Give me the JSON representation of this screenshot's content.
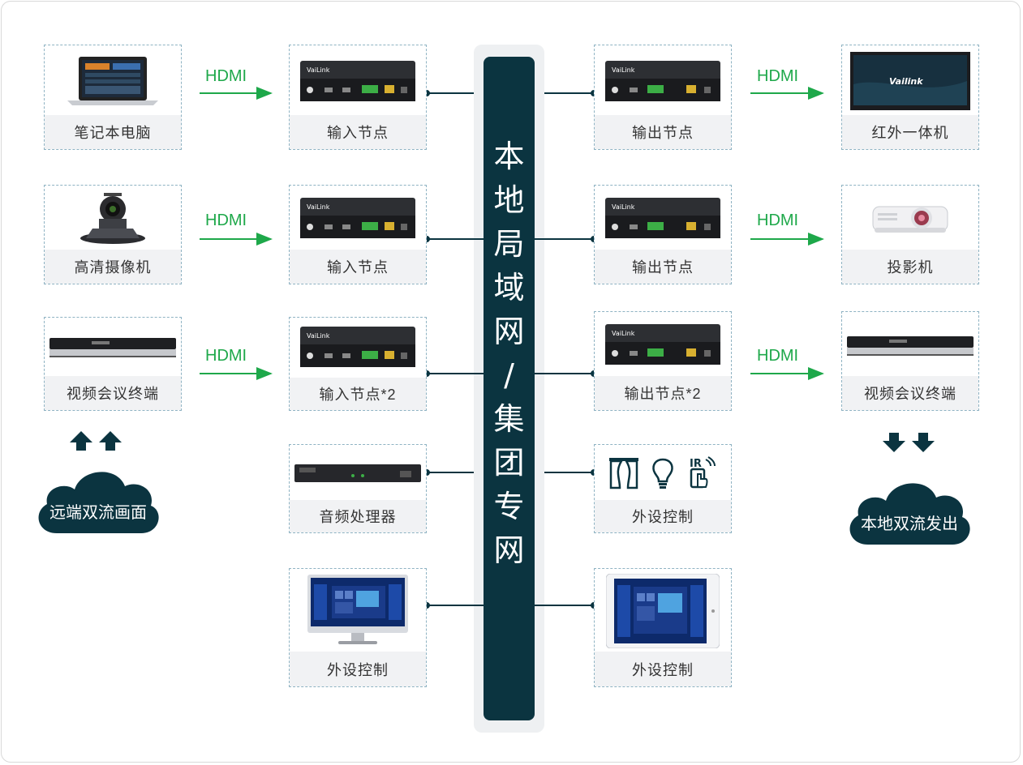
{
  "backbone": {
    "label": [
      "本",
      "地",
      "局",
      "域",
      "网",
      "/",
      "集",
      "团",
      "专",
      "网"
    ]
  },
  "hdmi_label": "HDMI",
  "left_sources": [
    {
      "label": "笔记本电脑",
      "icon": "laptop-icon"
    },
    {
      "label": "高清摄像机",
      "icon": "ptz-camera-icon"
    },
    {
      "label": "视频会议终端",
      "icon": "video-conference-terminal-icon"
    }
  ],
  "input_nodes": [
    {
      "label": "输入节点",
      "brand": "VaiLink"
    },
    {
      "label": "输入节点",
      "brand": "VaiLink"
    },
    {
      "label": "输入节点*2",
      "brand": "VaiLink"
    }
  ],
  "audio_processor": {
    "label": "音频处理器"
  },
  "left_control": {
    "label": "外设控制"
  },
  "output_nodes": [
    {
      "label": "输出节点",
      "brand": "VaiLink"
    },
    {
      "label": "输出节点",
      "brand": "VaiLink"
    },
    {
      "label": "输出节点*2",
      "brand": "VaiLink"
    }
  ],
  "peripheral_control": {
    "label": "外设控制"
  },
  "right_control": {
    "label": "外设控制"
  },
  "right_displays": [
    {
      "label": "红外一体机",
      "icon": "interactive-display-icon",
      "logo": "Vailink"
    },
    {
      "label": "投影机",
      "icon": "projector-icon"
    },
    {
      "label": "视频会议终端",
      "icon": "video-conference-terminal-icon"
    }
  ],
  "remote_stream": {
    "label": "远端双流画面"
  },
  "local_stream": {
    "label": "本地双流发出"
  },
  "colors": {
    "backbone": "#0b3440",
    "hdmi": "#1ea84a",
    "node_border": "#8fb3c3",
    "caption_bg": "#f1f2f4"
  }
}
